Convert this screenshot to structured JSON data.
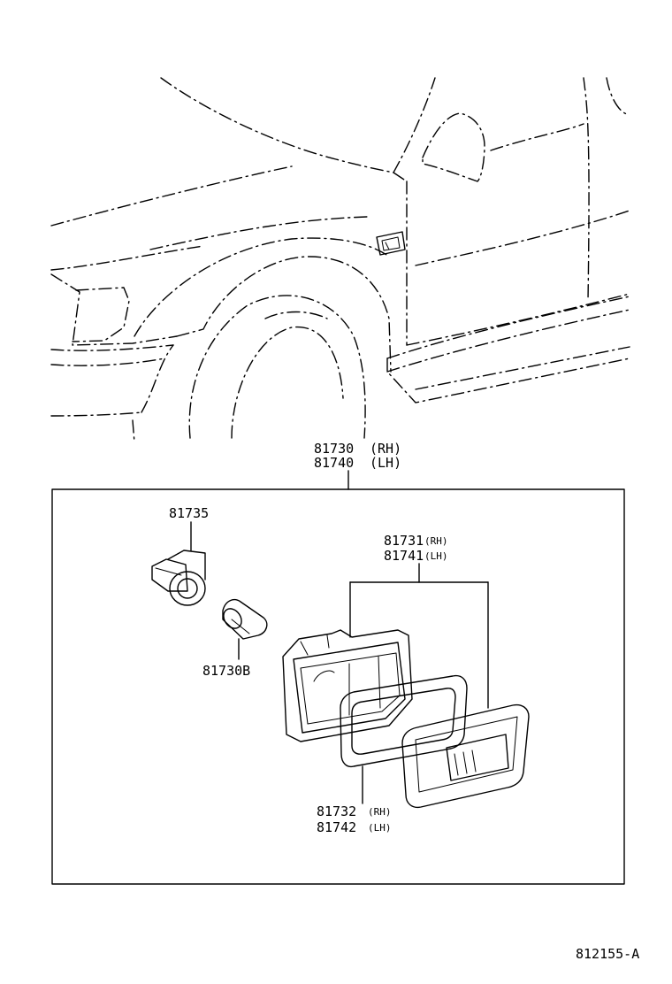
{
  "diagram": {
    "assembly": {
      "part_rh": "81730",
      "side_rh": "(RH)",
      "part_lh": "81740",
      "side_lh": "(LH)"
    },
    "socket": {
      "part": "81735"
    },
    "bulb": {
      "part": "81730B"
    },
    "lens": {
      "part_rh": "81731",
      "side_rh": "(RH)",
      "part_lh": "81741",
      "side_lh": "(LH)"
    },
    "gasket": {
      "part_rh": "81732",
      "side_rh": "(RH)",
      "part_lh": "81742",
      "side_lh": "(LH)"
    },
    "ref_code": "812155-A"
  }
}
